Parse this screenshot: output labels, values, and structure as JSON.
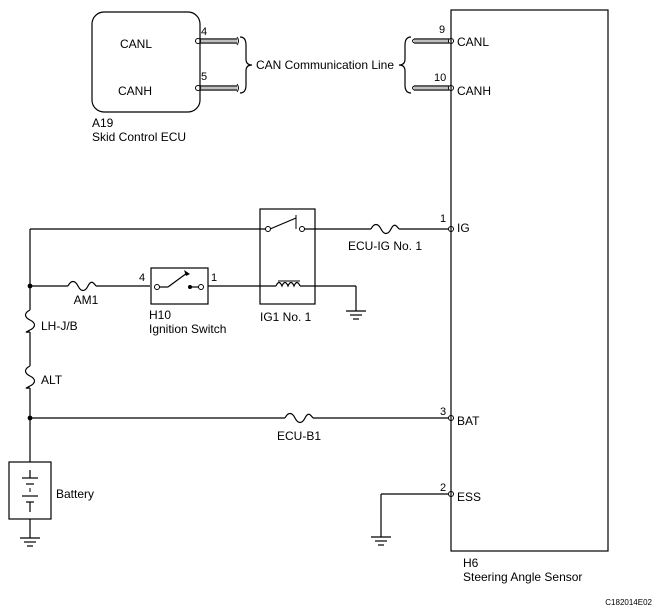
{
  "ecu": {
    "code": "A19",
    "name": "Skid Control ECU",
    "pins": [
      {
        "number": "4",
        "label": "CANL"
      },
      {
        "number": "5",
        "label": "CANH"
      }
    ]
  },
  "sensor": {
    "code": "H6",
    "name": "Steering Angle Sensor",
    "pins": [
      {
        "number": "9",
        "label": "CANL"
      },
      {
        "number": "10",
        "label": "CANH"
      },
      {
        "number": "1",
        "label": "IG"
      },
      {
        "number": "3",
        "label": "BAT"
      },
      {
        "number": "2",
        "label": "ESS"
      }
    ]
  },
  "can_line_label": "CAN Communication Line",
  "fuses": {
    "ecu_ig": "ECU-IG No. 1",
    "am1": "AM1",
    "lh_jb": "LH-J/B",
    "alt": "ALT",
    "ecu_b1": "ECU-B1"
  },
  "ignition_switch": {
    "code": "H10",
    "name": "Ignition Switch",
    "pin_in": "4",
    "pin_out": "1"
  },
  "relay": {
    "label": "IG1 No. 1"
  },
  "battery": {
    "label": "Battery"
  },
  "figure_code": "C182014E02"
}
